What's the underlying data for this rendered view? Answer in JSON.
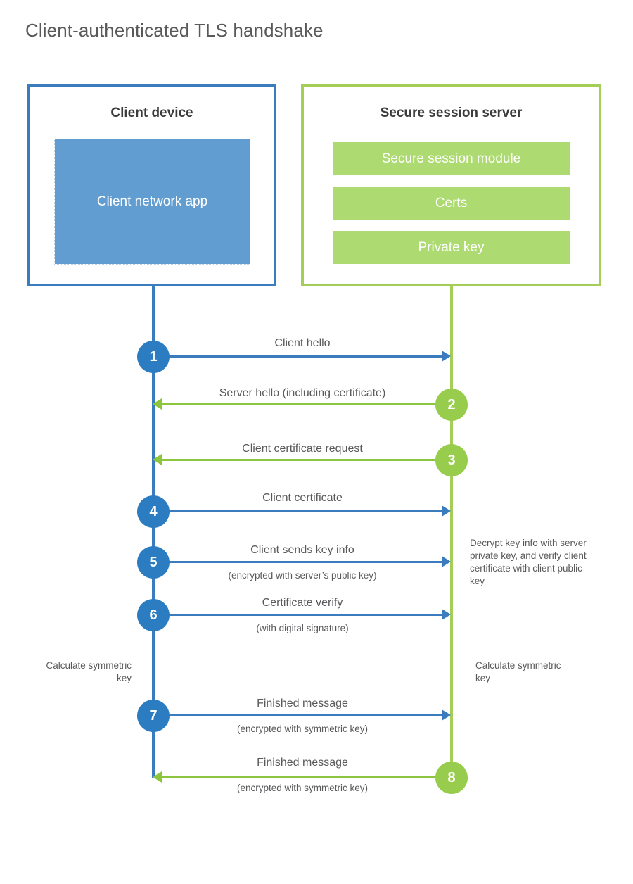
{
  "page": {
    "title": "Client-authenticated TLS handshake"
  },
  "colors": {
    "client_blue": "#3b7cbf",
    "client_app_fill": "#629dd1",
    "client_step_circle": "#2b7cc0",
    "server_green": "#a4ce57",
    "server_bar_fill": "#adda71",
    "server_step_circle": "#98cc4c",
    "server_arrow_green": "#8cc63f",
    "text_gray": "#58595b",
    "heading_gray": "#3c3c3b",
    "background": "#ffffff"
  },
  "client": {
    "title": "Client device",
    "app_label": "Client network app"
  },
  "server": {
    "title": "Secure session server",
    "components": [
      {
        "label": "Secure session module"
      },
      {
        "label": "Certs"
      },
      {
        "label": "Private key"
      }
    ]
  },
  "steps": [
    {
      "number": "1",
      "label": "Client hello",
      "sub": "",
      "direction": "client-to-server",
      "origin": "client"
    },
    {
      "number": "2",
      "label": "Server hello (including certificate)",
      "sub": "",
      "direction": "server-to-client",
      "origin": "server"
    },
    {
      "number": "3",
      "label": "Client certificate request",
      "sub": "",
      "direction": "server-to-client",
      "origin": "server"
    },
    {
      "number": "4",
      "label": "Client certificate",
      "sub": "",
      "direction": "client-to-server",
      "origin": "client"
    },
    {
      "number": "5",
      "label": "Client sends key info",
      "sub": "(encrypted with server’s public key)",
      "direction": "client-to-server",
      "origin": "client"
    },
    {
      "number": "6",
      "label": "Certificate verify",
      "sub": "(with digital signature)",
      "direction": "client-to-server",
      "origin": "client"
    },
    {
      "number": "7",
      "label": "Finished message",
      "sub": "(encrypted with symmetric key)",
      "direction": "client-to-server",
      "origin": "client"
    },
    {
      "number": "8",
      "label": "Finished message",
      "sub": "(encrypted with symmetric key)",
      "direction": "server-to-client",
      "origin": "server"
    }
  ],
  "annotations": {
    "server_decrypt": "Decrypt key info with server private key, and verify client certificate with client public key",
    "client_calculate": "Calculate symmetric key",
    "server_calculate": "Calculate symmetric key"
  }
}
